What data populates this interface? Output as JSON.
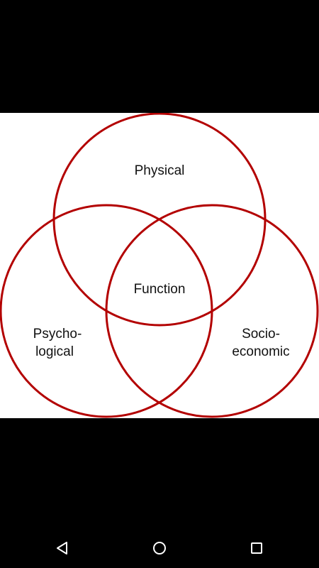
{
  "diagram": {
    "circle_color": "#b30000",
    "labels": {
      "physical": "Physical",
      "function": "Function",
      "psycho_line1": "Psycho-",
      "psycho_line2": "logical",
      "socio_line1": "Socio-",
      "socio_line2": "economic"
    }
  },
  "nav_bar": {
    "icons": [
      "back-triangle-icon",
      "home-circle-icon",
      "recents-square-icon"
    ],
    "icon_color": "#ffffff"
  }
}
